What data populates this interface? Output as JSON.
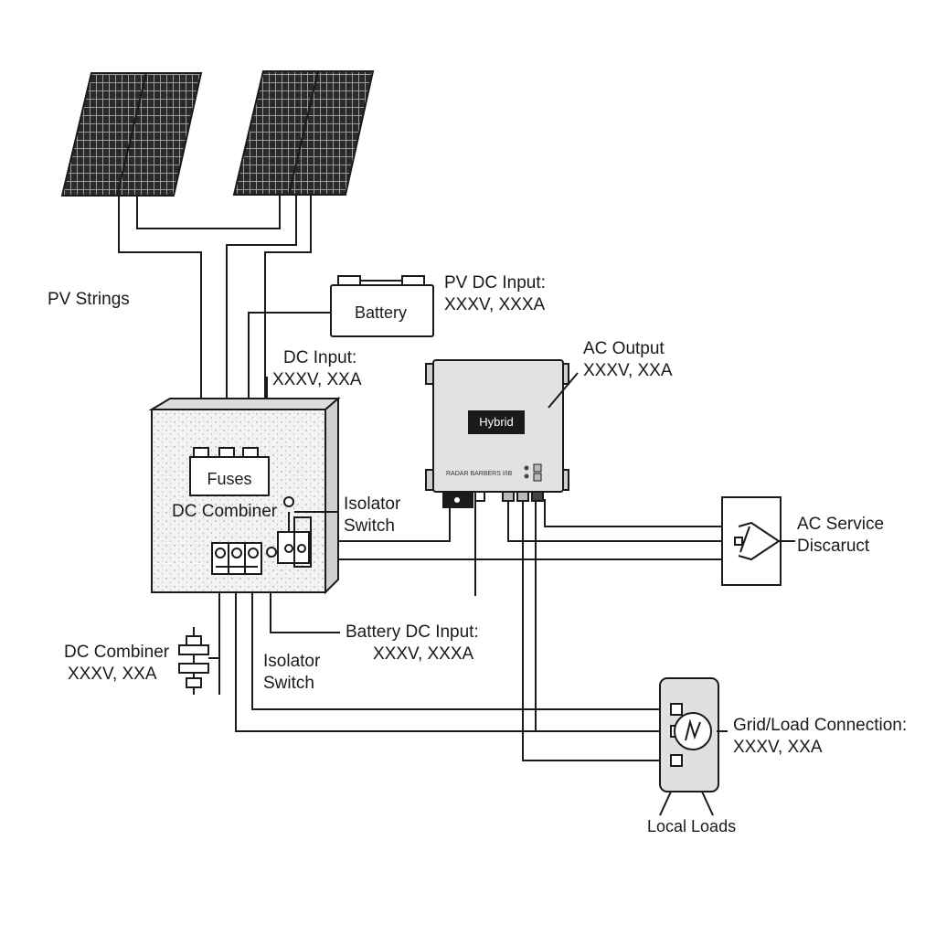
{
  "labels": {
    "pv_strings": "PV Strings",
    "battery": "Battery",
    "pv_dc_input": [
      "PV DC Input:",
      "XXXV, XXXA"
    ],
    "dc_input": [
      "DC Input:",
      "XXXV, XXA"
    ],
    "ac_output": [
      "AC Output",
      "XXXV, XXA"
    ],
    "hybrid": "Hybrid",
    "fuses": "Fuses",
    "dc_combiner_box": "DC Combiner",
    "isolator_switch_top": [
      "Isolator",
      "Switch"
    ],
    "ac_service": [
      "AC Service",
      "Discaruct"
    ],
    "battery_dc_input": [
      "Battery DC Input:",
      "XXXV, XXXA"
    ],
    "dc_combiner_bottom": [
      "DC Combiner",
      "XXXV, XXA"
    ],
    "isolator_switch_bottom": [
      "Isolator",
      "Switch"
    ],
    "grid_load": [
      "Grid/Load Connection:",
      "XXXV, XXA"
    ],
    "local_loads": "Local Loads",
    "inverter_model_text": "RADAR BARBERS I/IB"
  },
  "icons": {
    "solar_panel": "solar-panel-icon",
    "battery": "battery-icon",
    "inverter": "hybrid-inverter-icon",
    "disconnect": "ac-disconnect-icon",
    "load": "load-icon",
    "switch": "isolator-switch-icon"
  },
  "colors": {
    "line": "#1a1a1a",
    "panel_cell": "#2a2a2a",
    "inverter_body": "#e2e2e2",
    "inverter_badge": "#1a1a1a",
    "combiner_fill": "#f1f1f1",
    "load_fill": "#e0e0e0"
  }
}
